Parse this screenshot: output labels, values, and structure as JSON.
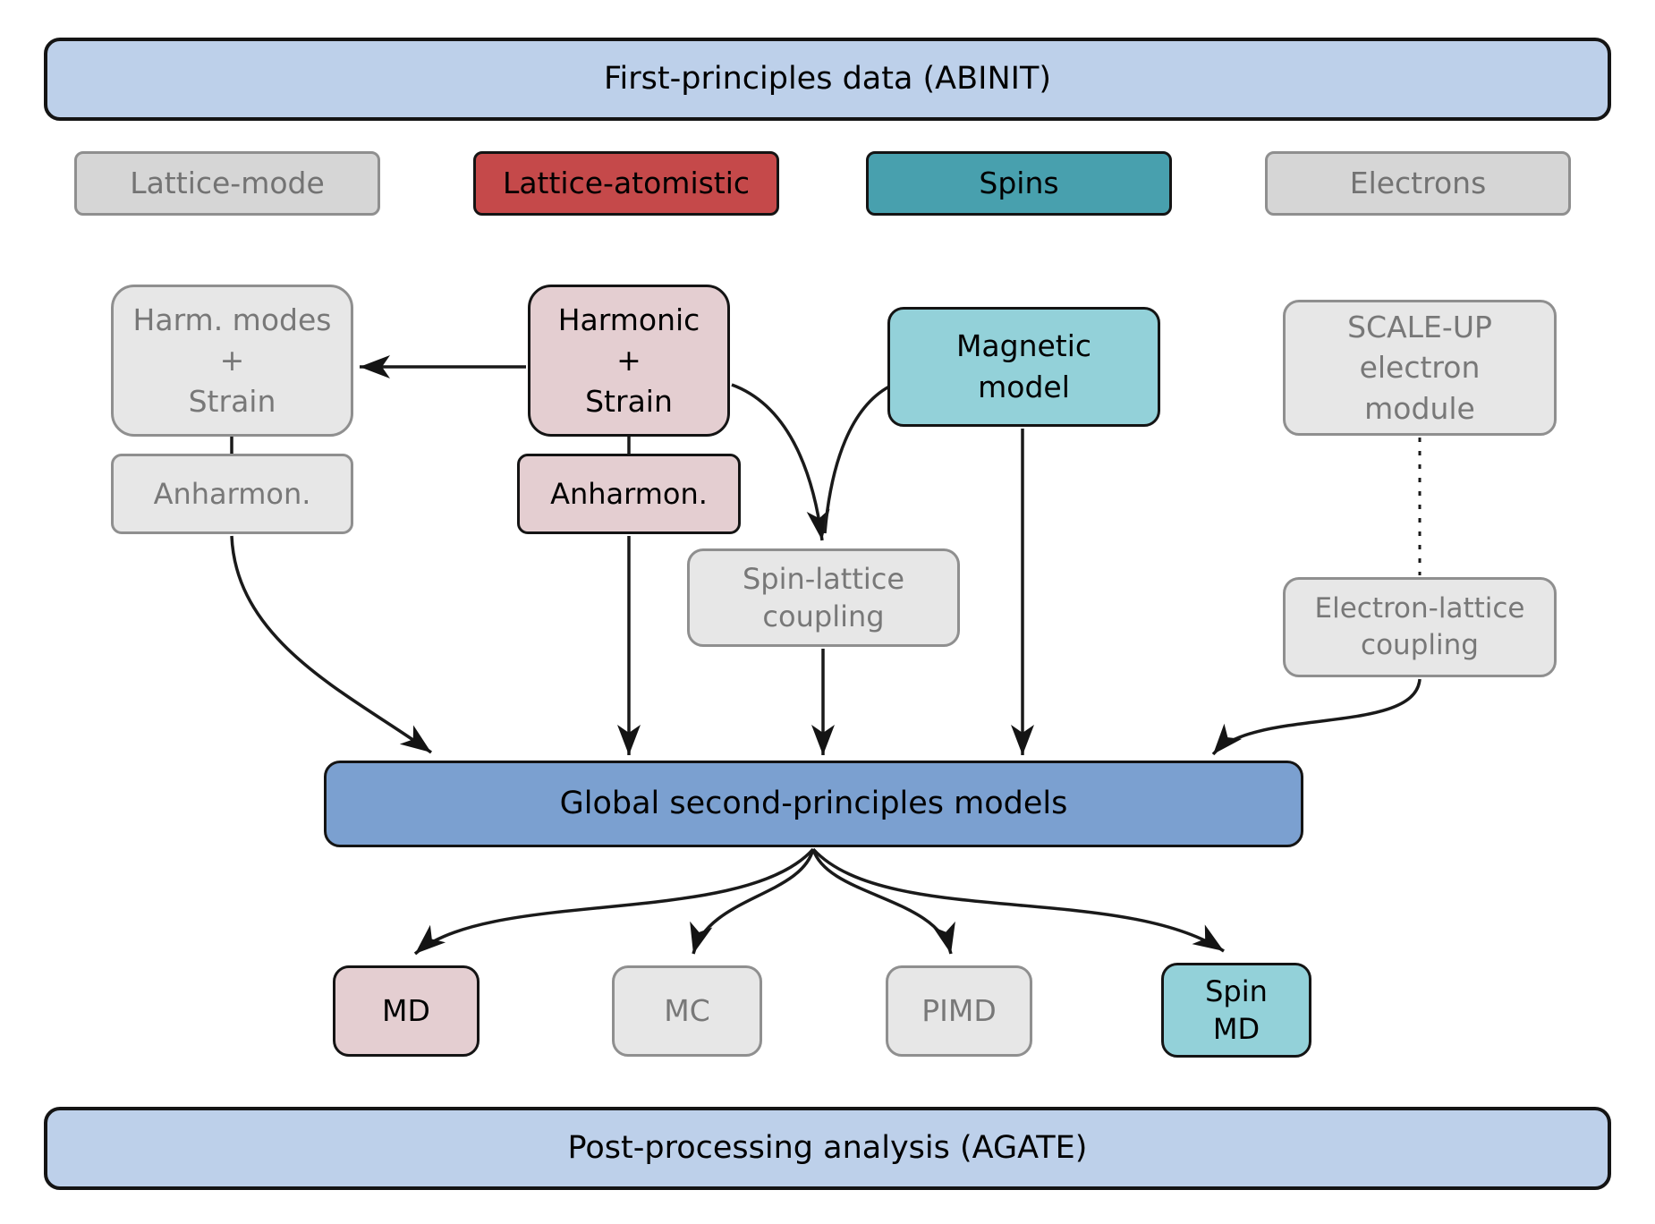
{
  "palette": {
    "banner_blue": "#bdd0ea",
    "category_gray": "#d6d6d6",
    "node_gray": "#e7e7e7",
    "gray_border": "#8f8f8f",
    "gray_text": "#787878",
    "red": "#c5494a",
    "teal": "#48a0ae",
    "light_cyan": "#93d1d9",
    "pink": "#e4ced1",
    "models_blue": "#7ba0d0",
    "line_black": "#1a1a1a"
  },
  "banners": {
    "top": "First-principles data (ABINIT)",
    "bottom": "Post-processing analysis (AGATE)"
  },
  "categories": [
    {
      "id": "lattice-mode",
      "label": "Lattice-mode"
    },
    {
      "id": "lattice-atomistic",
      "label": "Lattice-atomistic"
    },
    {
      "id": "spins",
      "label": "Spins"
    },
    {
      "id": "electrons",
      "label": "Electrons"
    }
  ],
  "nodes": {
    "harm_modes": {
      "label": "Harm. modes\n+\nStrain"
    },
    "harmonic": {
      "label": "Harmonic\n+\nStrain"
    },
    "magnetic": {
      "label": "Magnetic\nmodel"
    },
    "scaleup": {
      "label": "SCALE-UP\nelectron\nmodule"
    },
    "anharmon_lattice_mode": {
      "label": "Anharmon."
    },
    "anharmon_lattice_atomistic": {
      "label": "Anharmon."
    },
    "spin_lattice": {
      "label": "Spin-lattice\ncoupling"
    },
    "electron_lattice": {
      "label": "Electron-lattice\ncoupling"
    },
    "global_models": {
      "label": "Global second-principles models"
    },
    "md": {
      "label": "MD"
    },
    "mc": {
      "label": "MC"
    },
    "pimd": {
      "label": "PIMD"
    },
    "spin_md": {
      "label": "Spin\nMD"
    }
  }
}
